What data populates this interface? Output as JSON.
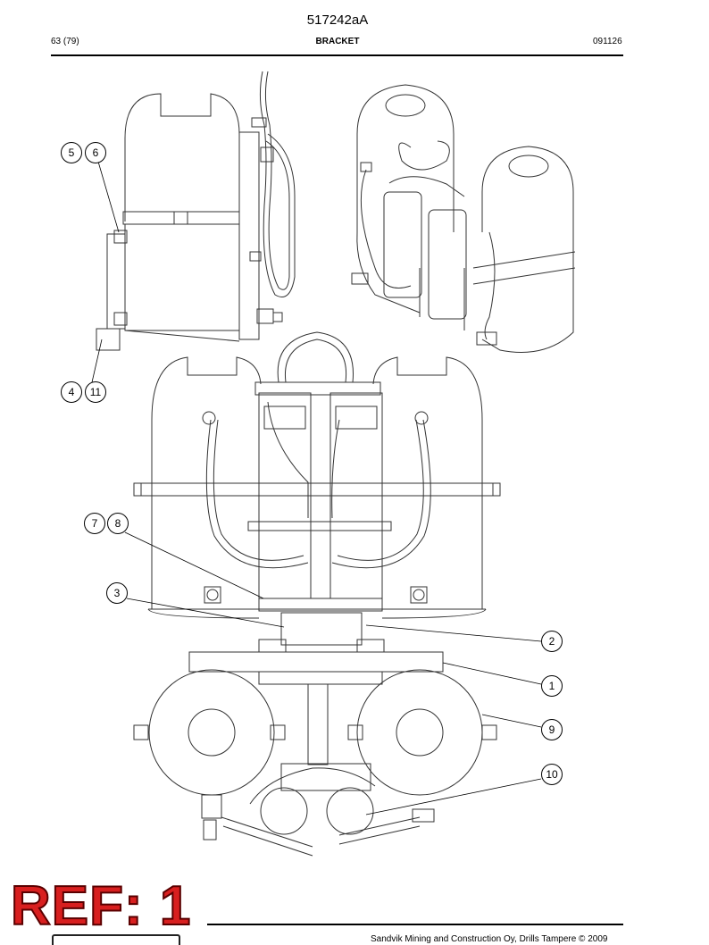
{
  "header": {
    "doc_number": "517242aA",
    "page": "63 (79)",
    "title": "BRACKET",
    "date": "091126"
  },
  "callouts": [
    "5",
    "6",
    "4",
    "11",
    "7",
    "8",
    "3",
    "2",
    "1",
    "9",
    "10"
  ],
  "stamp": {
    "text": "REF: 1",
    "color": "#d81f1f"
  },
  "footer": {
    "copyright": "Sandvik Mining and Construction Oy, Drills Tampere © 2009"
  }
}
